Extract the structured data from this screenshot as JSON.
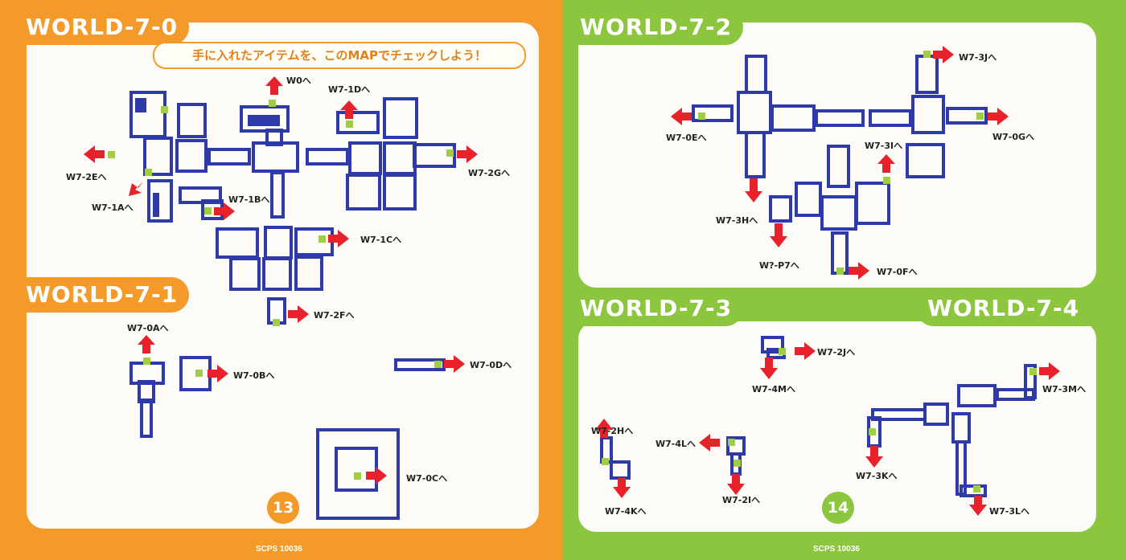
{
  "left_page": {
    "world_7_0_title": "WORLD-7-0",
    "banner": "手に入れたアイテムを、このMAPでチェックしよう！",
    "world_7_1_title": "WORLD-7-1",
    "page_number": "13",
    "catalog": "SCPS 10036",
    "exits_7_0": [
      "W0へ",
      "W7-1Dへ",
      "W7-2Eへ",
      "W7-2Gへ",
      "W7-1Aへ",
      "W7-1Bへ",
      "W7-1Cへ",
      "W7-2Fへ"
    ],
    "exits_7_1": [
      "W7-0Aへ",
      "W7-0Bへ",
      "W7-0Dへ",
      "W7-0Cへ"
    ]
  },
  "right_page": {
    "world_7_2_title": "WORLD-7-2",
    "world_7_3_title": "WORLD-7-3",
    "world_7_4_title": "WORLD-7-4",
    "page_number": "14",
    "catalog": "SCPS 10036",
    "exits_7_2": [
      "W7-3Jへ",
      "W7-0Eへ",
      "W7-0Gへ",
      "W7-3Iへ",
      "W7-3Hへ",
      "W?-P7へ",
      "W7-0Fへ"
    ],
    "exits_7_3": [
      "W7-2Jへ",
      "W7-4Mへ",
      "W7-2Hへ",
      "W7-4Lへ",
      "W7-4Kへ",
      "W7-2Iへ"
    ],
    "exits_7_4": [
      "W7-3Mへ",
      "W7-3Kへ",
      "W7-3Lへ"
    ]
  },
  "colors": {
    "orange": "#f39a2b",
    "green": "#8cc63e",
    "wall": "#2d3aa8",
    "door": "#9fcd45",
    "arrow": "#e8212a"
  }
}
